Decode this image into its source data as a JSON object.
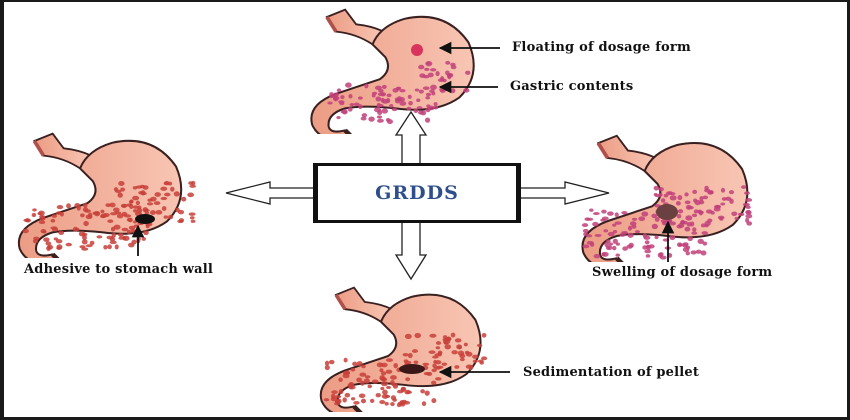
{
  "center": {
    "title": "GRDDS",
    "title_color": "#2f4f8c"
  },
  "mechanisms": [
    {
      "id": "floating",
      "labels": [
        "Floating of dosage form",
        "Gastric contents"
      ],
      "position": "top"
    },
    {
      "id": "adhesive",
      "labels": [
        "Adhesive to stomach wall"
      ],
      "position": "left"
    },
    {
      "id": "swelling",
      "labels": [
        "Swelling of dosage form"
      ],
      "position": "right"
    },
    {
      "id": "sedimentation",
      "labels": [
        "Sedimentation of pellet"
      ],
      "position": "bottom"
    }
  ],
  "colors": {
    "stomach_fill": "#f2a890",
    "stomach_fill_light": "#f8c4b2",
    "particles_red": "#c8403a",
    "particles_pink": "#c2417a",
    "outline": "#3a2020"
  }
}
